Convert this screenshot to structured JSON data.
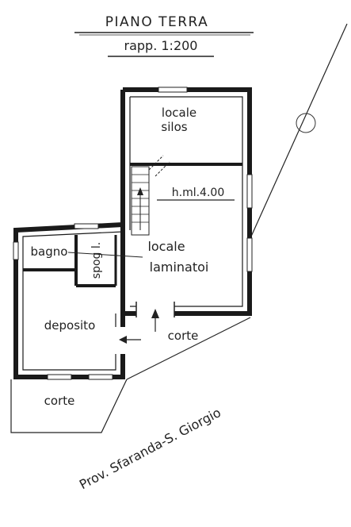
{
  "header": {
    "title": "PIANO TERRA",
    "scale": "rapp. 1:200"
  },
  "rooms": {
    "silos_line1": "locale",
    "silos_line2": "silos",
    "height": "h.ml.4.00",
    "laminatoi_line1": "locale",
    "laminatoi_line2": "laminatoi",
    "bagno": "bagno",
    "spogl": "spog l.",
    "deposito": "deposito",
    "corte_entrance": "corte",
    "corte_front": "corte"
  },
  "road": {
    "label": "Prov. Sfaranda-S. Giorgio"
  }
}
